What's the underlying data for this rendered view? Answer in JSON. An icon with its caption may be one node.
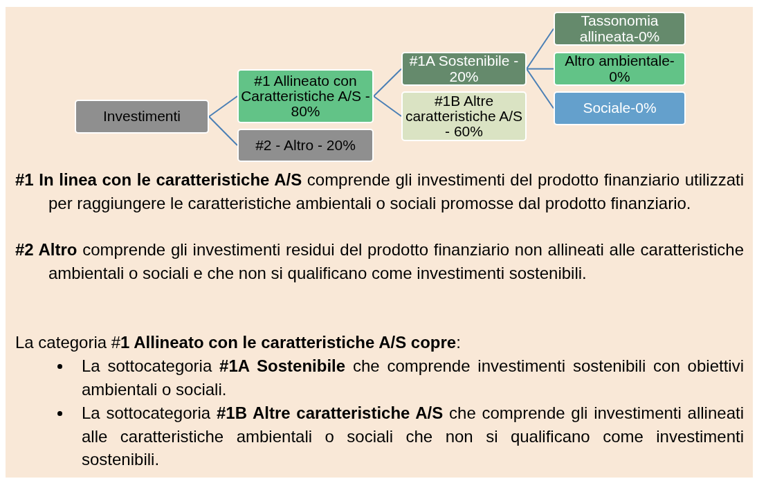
{
  "diagram": {
    "nodes": [
      {
        "text": [
          "Investimenti"
        ]
      },
      {
        "text": [
          "#1 Allineato con Caratteristiche A/S - 80%"
        ]
      },
      {
        "text": [
          "#2 - Altro - 20%"
        ]
      },
      {
        "text": [
          "#1A Sostenibile - 20%"
        ]
      },
      {
        "text": [
          "#1B Altre caratteristiche A/S - 60%"
        ]
      },
      {
        "text": [
          "Tassonomia allineata-0%"
        ]
      },
      {
        "text": [
          "Altro ambientale-0%"
        ]
      },
      {
        "text": [
          "Sociale-0%"
        ]
      }
    ],
    "edges": [
      {
        "from": 0,
        "to": 1,
        "arrow": "none"
      },
      {
        "from": 0,
        "to": 2,
        "arrow": "none"
      },
      {
        "from": 1,
        "to": 3,
        "arrow": "none"
      },
      {
        "from": 1,
        "to": 4,
        "arrow": "none"
      },
      {
        "from": 3,
        "to": 5,
        "arrow": "none"
      },
      {
        "from": 3,
        "to": 6,
        "arrow": "none"
      },
      {
        "from": 3,
        "to": 7,
        "arrow": "none"
      }
    ],
    "labels": [
      "**#1 In linea con le caratteristiche A/S** comprende gli investimenti del prodotto finanziario utilizzati per raggiungere le caratteristiche ambientali o sociali promosse dal prodotto finanziario.",
      "**#2 Altro** comprende gli investimenti residui del prodotto finanziario non allineati alle caratteristiche ambientali o sociali e che non si qualificano come investimenti sostenibili.",
      "La categoria #**1 Allineato con le caratteristiche A/S copre**:",
      "La sottocategoria **#1A Sostenibile** che comprende investimenti sostenibili con obiettivi ambientali o sociali.",
      "La sottocategoria **#1B Altre caratteristiche A/S** che comprende gli investimenti allineati alle caratteristiche ambientali o sociali che non si qualificano come investimenti sostenibili."
    ]
  }
}
